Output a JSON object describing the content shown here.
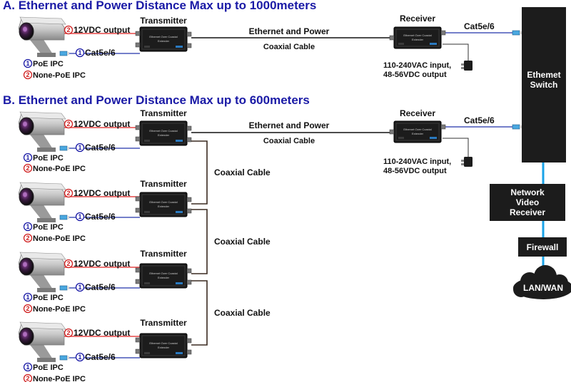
{
  "sections": [
    {
      "title": "A.  Ethernet and Power Distance Max up to 1000meters",
      "color": "#1a1aa6"
    },
    {
      "title": "B. Ethernet and Power Distance Max up to 600meters",
      "color": "#1a1aa6"
    }
  ],
  "labels": {
    "transmitter": "Transmitter",
    "receiver": "Receiver",
    "ethernet_and_power": "Ethernet and Power",
    "coaxial_cable": "Coaxial Cable",
    "power_12vdc": "12VDC output",
    "cat5e": "Cat5e/6",
    "poe_ipc": "PoE IPC",
    "none_poe_ipc": "None-PoE IPC",
    "receiver_power_line1": "110-240VAC input,",
    "receiver_power_line2": "48-56VDC output",
    "device_text_line1": "Ethernet Over Coaxial",
    "device_text_line2": "Extender",
    "num1": "1",
    "num2": "2"
  },
  "network": {
    "switch": [
      "Ethemet",
      "Switch"
    ],
    "nvr": [
      "Network",
      "Video",
      "Receiver"
    ],
    "firewall": "Firewall",
    "cloud": "LAN/WAN"
  },
  "colors": {
    "power_line": "#e02020",
    "cat_line": "#2233aa",
    "network_line": "#1aa3e8",
    "device_body": "#1c1c1c",
    "coax_line": "#3a2a20",
    "circle_num1": "#1a1aa6",
    "circle_num2": "#d02020"
  },
  "icons": [
    "camera-icon",
    "rj45-connector-icon",
    "power-adapter-icon",
    "cloud-icon"
  ]
}
